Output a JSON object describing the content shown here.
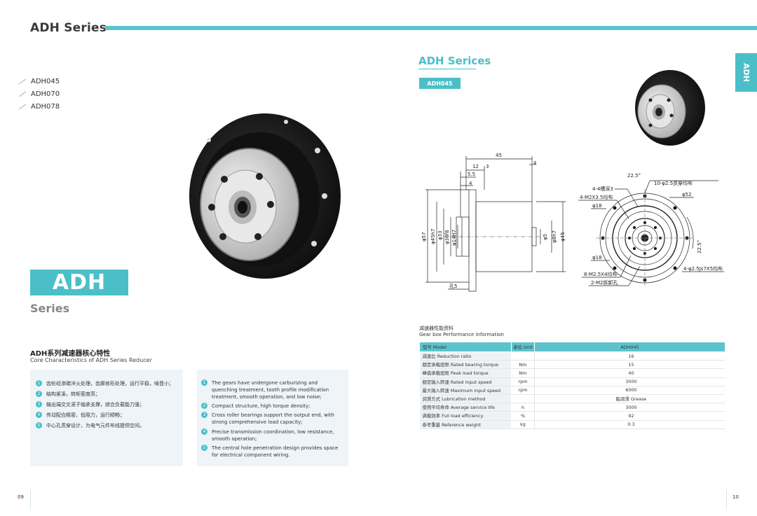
{
  "left_page": {
    "header_title": "ADH Series",
    "models": [
      "ADH045",
      "ADH070",
      "ADH078"
    ],
    "adh_box_label": "ADH",
    "series_label": "Series",
    "core_title_cn": "ADH系列减速器核心特性",
    "core_title_en": "Core Characteristics of ADH Series Reducer",
    "features_cn": [
      {
        "num": "1",
        "text": "齿轮经渗碳淬火处理，齿廓修形处理，运行平稳，噪音小；"
      },
      {
        "num": "2",
        "text": "结构紧凑，转矩密度高；"
      },
      {
        "num": "3",
        "text": "输出端交叉滚子轴承支撑，综合负载能力强；"
      },
      {
        "num": "4",
        "text": "传动配合精密、低阻力，运行顺畅；"
      },
      {
        "num": "5",
        "text": "中心孔贯穿设计，为电气元件布线提供空间。"
      }
    ],
    "features_en": [
      {
        "num": "1",
        "text": "The gears have undergone carburizing and quenching treatment, tooth profile modification treatment, smooth operation, and low noise;"
      },
      {
        "num": "2",
        "text": "Compact structure, high torque density;"
      },
      {
        "num": "3",
        "text": "Cross roller bearings support the output end, with strong comprehensive load capacity;"
      },
      {
        "num": "4",
        "text": "Precise transmission coordination, low resistance, smooth operation;"
      },
      {
        "num": "5",
        "text": "The central hole penetration design provides space for electrical component wiring."
      }
    ],
    "page_number": "09"
  },
  "right_page": {
    "section_title": "ADH Serices",
    "model_tag": "ADH045",
    "side_tab": "ADH",
    "perf_title_cn": "减速器性能资料",
    "perf_title_en": "Gear box Performance information",
    "page_number": "10",
    "table": {
      "headers": [
        "型号 Model",
        "单位 Unit",
        "ADH045"
      ],
      "rows": [
        [
          "减速比 Reduction ratio",
          "",
          "16"
        ],
        [
          "额定承载扭矩 Rated bearing torque",
          "Nm",
          "15"
        ],
        [
          "峰值承载扭矩 Peak load torque",
          "Nm",
          "40"
        ],
        [
          "额定输入转速 Rated input speed",
          "rpm",
          "3000"
        ],
        [
          "最大输入转速 Maximum input speed",
          "rpm",
          "6000"
        ],
        [
          "润滑方式 Lubrication method",
          "",
          "脂润滑 Grease"
        ],
        [
          "使用平均寿命 Average service life",
          "h",
          "3000"
        ],
        [
          "满载效率 Full load efficiency",
          "%",
          "92"
        ],
        [
          "参考重量 Reference weight",
          "kg",
          "0.3"
        ]
      ]
    },
    "drawing_side": {
      "dim_45": "45",
      "dim_4_top": "4",
      "dim_12": "12",
      "dim_3": "3",
      "dim_5_5": "5.5",
      "dim_4": "4",
      "d57": "φ57",
      "d45h7": "φ45h7",
      "d33": "φ33",
      "d30f8": "φ30f8",
      "d14h7": "φ14H7",
      "d5": "φ5",
      "d8h7": "φ8h7",
      "d45": "φ45",
      "hole": "孔5"
    },
    "drawing_front": {
      "ang_top": "22.5°",
      "ang_right": "22.5°",
      "n10": "10-φ2.5贯穿均布",
      "n4slot": "4-4槽深3",
      "n4m2": "4-M2X3.5均布",
      "d52": "φ52",
      "d18a": "φ18",
      "d18b": "φ18",
      "n8m": "8-M2.5X4均布",
      "n2m": "2-M2拆卸孔",
      "n4js": "4-φ2.5Js7X5均布"
    }
  },
  "colors": {
    "accent": "#4bbfc8",
    "header_bar": "#5cc3cc",
    "feature_bg": "#eef4f8"
  }
}
